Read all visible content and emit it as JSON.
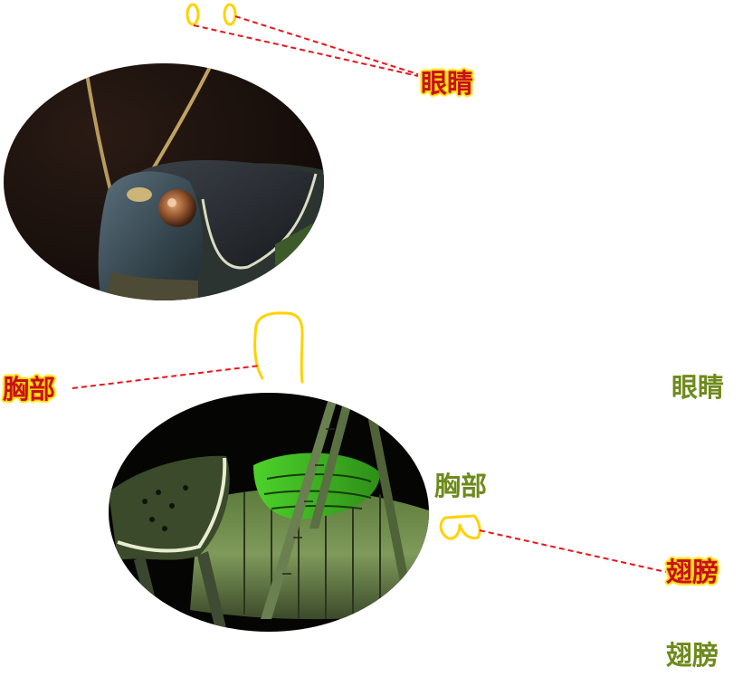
{
  "labels": {
    "eyes": "眼睛",
    "thorax": "胸部",
    "eyes_2": "眼睛",
    "thorax_2": "胸部",
    "wings": "翅膀",
    "wings_2": "翅膀"
  },
  "colors": {
    "highlight_text": "#c8101e",
    "highlight_glow": "#ffd800",
    "plain_text": "#6e8a1c",
    "leader_line": "#e8141c",
    "marker_outline": "#ffd200",
    "background": "#ffffff"
  },
  "images": [
    "katydid-head-closeup-photo",
    "katydid-body-side-photo"
  ]
}
